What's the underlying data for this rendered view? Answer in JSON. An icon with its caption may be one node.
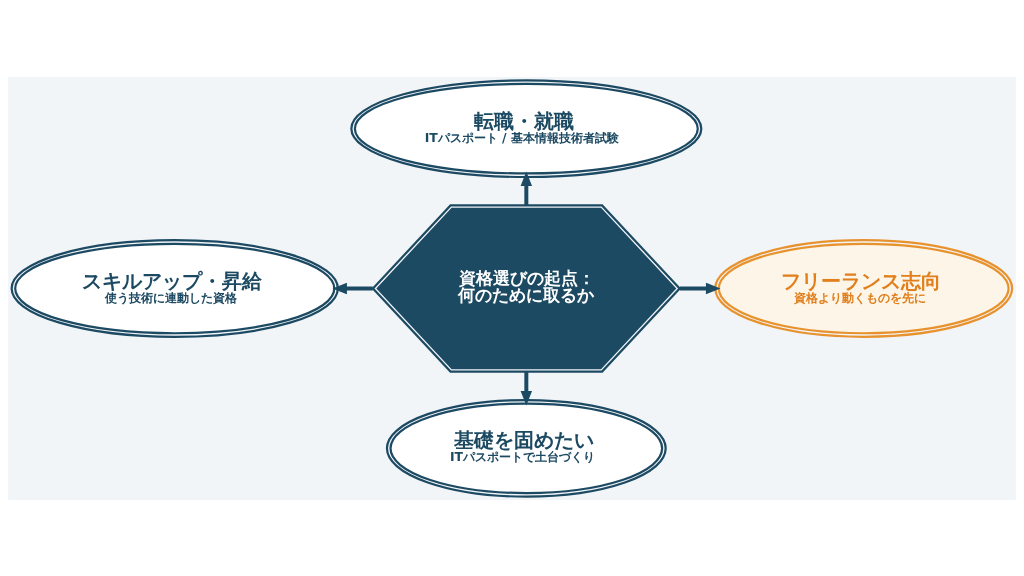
{
  "diagram": {
    "nodes": [
      {
        "text": [
          "転職・就職",
          "ITパスポート / 基本情報技術者試験"
        ]
      },
      {
        "text": [
          "スキルアップ・昇給",
          "使う技術に連動した資格"
        ]
      },
      {
        "text": [
          "資格選びの起点：何のために取るか"
        ]
      },
      {
        "text": [
          "フリーランス志向",
          "資格より動くものを先に"
        ]
      },
      {
        "text": [
          "基礎を固めたい",
          "ITパスポートで土台づくり"
        ]
      }
    ],
    "edges": [
      {
        "from": 2,
        "to": 0,
        "arrow": "to"
      },
      {
        "from": 2,
        "to": 1,
        "arrow": "to"
      },
      {
        "from": 2,
        "to": 3,
        "arrow": "to"
      },
      {
        "from": 2,
        "to": 4,
        "arrow": "to"
      }
    ]
  }
}
